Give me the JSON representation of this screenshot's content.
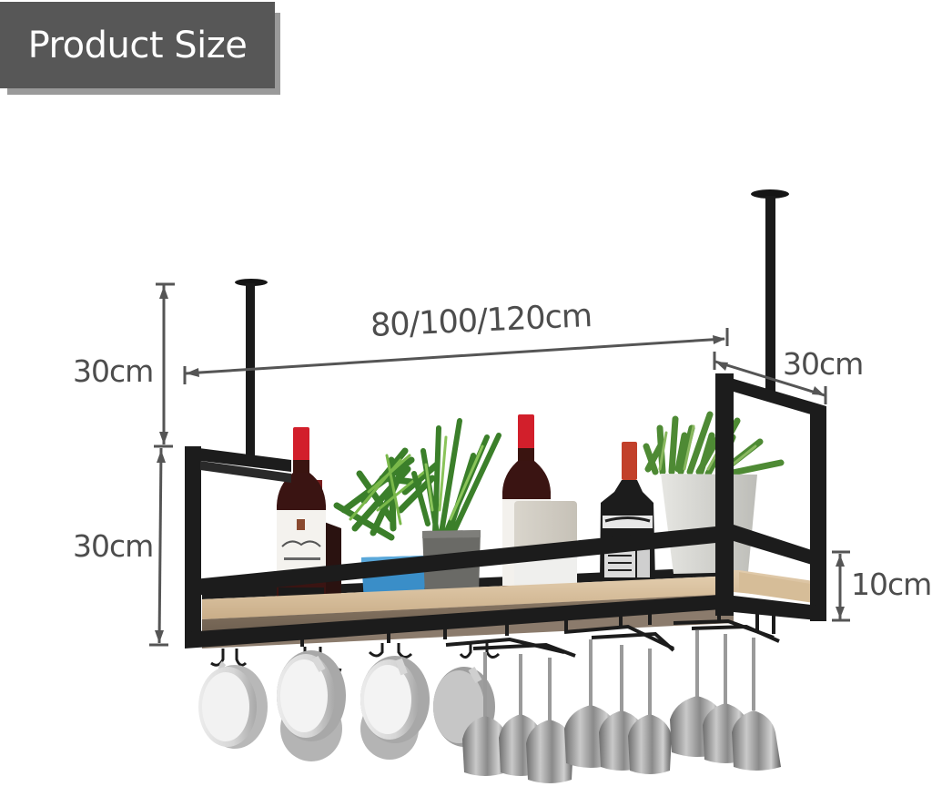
{
  "header": {
    "title": "Product Size"
  },
  "product": {
    "name": "Hanging ceiling wine rack with shelf",
    "components": [
      "ceiling-mount-rods",
      "metal-frame",
      "wood-shelf",
      "stemware-holders",
      "cup-hooks"
    ],
    "shelf_items": [
      "red-wine-bottle",
      "red-wine-bottle-back",
      "potted-grass-plant-blue-pot",
      "potted-grass-plant-grey-pot",
      "red-wine-bottle-2",
      "stone-cylinder-vase",
      "whiskey-bottle",
      "potted-succulent-white-pot"
    ],
    "hanging_items": {
      "mugs": 4,
      "wine_glasses": 9
    }
  },
  "dimensions": {
    "width": "80/100/120cm",
    "depth": "30cm",
    "rod_height": "30cm",
    "frame_height": "30cm",
    "rail_height": "10cm"
  },
  "colors": {
    "title_bg": "#575757",
    "title_shadow": "#9a9a9a",
    "title_text": "#ffffff",
    "dimension_text": "#4d4d4d",
    "dimension_line": "#555555",
    "frame": "#1c1c1c",
    "wood": "#d8c2a2",
    "wine_cap": "#c8202a",
    "blue_pot": "#3a8ec8",
    "plant_green": "#3f8a2c"
  }
}
